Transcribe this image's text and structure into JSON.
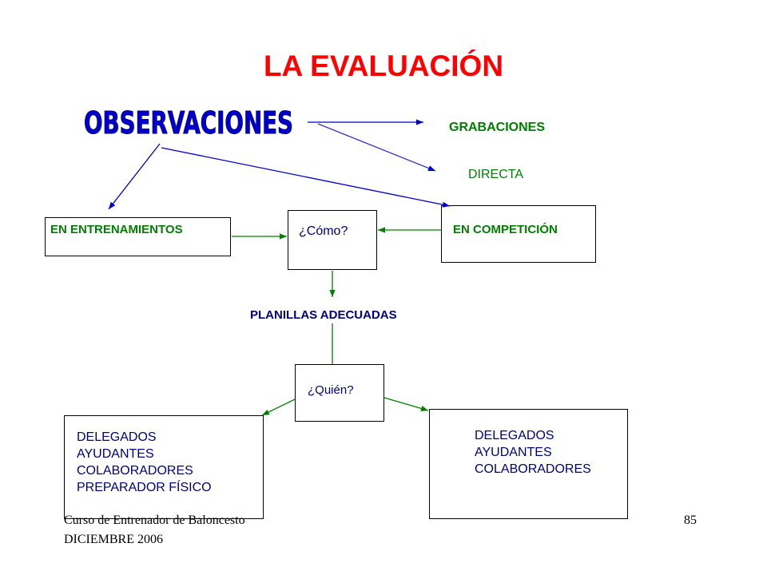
{
  "title": "LA EVALUACIÓN",
  "heading": "OBSERVACIONES",
  "grabaciones": "GRABACIONES",
  "directa": "DIRECTA",
  "entrenamientos": "EN ENTRENAMIENTOS",
  "como": "¿Cómo?",
  "competicion": "EN COMPETICIÓN",
  "planillas": "PLANILLAS ADECUADAS",
  "quien": "¿Quién?",
  "left_list": [
    "DELEGADOS",
    "AYUDANTES",
    "COLABORADORES",
    "PREPARADOR FÍSICO"
  ],
  "right_list": [
    "DELEGADOS",
    "AYUDANTES",
    "COLABORADORES"
  ],
  "footer": {
    "line1": "Curso de Entrenador de Baloncesto",
    "line2": "DICIEMBRE 2006",
    "page": "85"
  },
  "colors": {
    "title": "#ff0000",
    "heading_fill": "#0000cc",
    "green": "#008000",
    "navy": "#000080",
    "blue_arrow": "#0000cc"
  }
}
